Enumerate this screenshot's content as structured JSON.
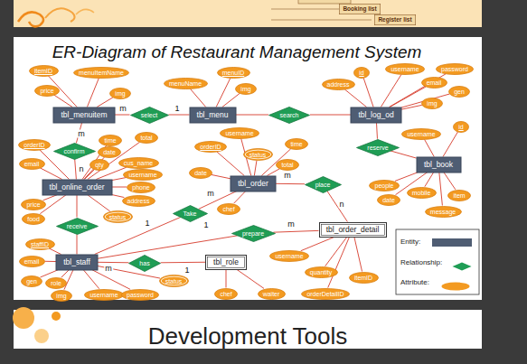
{
  "diagram": {
    "title": "ER-Diagram of Restaurant Management System",
    "nodes": [
      {
        "text": [
          "Booking list"
        ]
      },
      {
        "text": [
          "Register list"
        ]
      },
      {
        "text": [
          "itemID"
        ]
      },
      {
        "text": [
          "menuItemName"
        ]
      },
      {
        "text": [
          "menuID"
        ]
      },
      {
        "text": [
          "id"
        ]
      },
      {
        "text": [
          "username"
        ]
      },
      {
        "text": [
          "password"
        ]
      },
      {
        "text": [
          "email"
        ]
      },
      {
        "text": [
          "menuName"
        ]
      },
      {
        "text": [
          "address"
        ]
      },
      {
        "text": [
          "price"
        ]
      },
      {
        "text": [
          "img"
        ]
      },
      {
        "text": [
          "img"
        ]
      },
      {
        "text": [
          "gen"
        ]
      },
      {
        "text": [
          "img"
        ]
      },
      {
        "text": [
          "tbl_menuitem"
        ]
      },
      {
        "text": [
          "select"
        ]
      },
      {
        "text": [
          "tbl_menu"
        ]
      },
      {
        "text": [
          "search"
        ]
      },
      {
        "text": [
          "tbl_log_od"
        ]
      },
      {
        "text": [
          "id"
        ]
      },
      {
        "text": [
          "username"
        ]
      },
      {
        "text": [
          "total"
        ]
      },
      {
        "text": [
          "time"
        ]
      },
      {
        "text": [
          "orderID"
        ]
      },
      {
        "text": [
          "orderID"
        ]
      },
      {
        "text": [
          "username"
        ]
      },
      {
        "text": [
          "time"
        ]
      },
      {
        "text": [
          "reserve"
        ]
      },
      {
        "text": [
          "confirm"
        ]
      },
      {
        "text": [
          "date"
        ]
      },
      {
        "text": [
          "status"
        ]
      },
      {
        "text": [
          "email"
        ]
      },
      {
        "text": [
          "qty"
        ]
      },
      {
        "text": [
          "cus_name"
        ]
      },
      {
        "text": [
          "total"
        ]
      },
      {
        "text": [
          "tbl_book"
        ]
      },
      {
        "text": [
          "username"
        ]
      },
      {
        "text": [
          "date"
        ]
      },
      {
        "text": [
          "tbl_online_order"
        ]
      },
      {
        "text": [
          "phone"
        ]
      },
      {
        "text": [
          "tbl_order"
        ]
      },
      {
        "text": [
          "place"
        ]
      },
      {
        "text": [
          "people"
        ]
      },
      {
        "text": [
          "mobile"
        ]
      },
      {
        "text": [
          "item"
        ]
      },
      {
        "text": [
          "date"
        ]
      },
      {
        "text": [
          "address"
        ]
      },
      {
        "text": [
          "price"
        ]
      },
      {
        "text": [
          "chef"
        ]
      },
      {
        "text": [
          "Take"
        ]
      },
      {
        "text": [
          "message"
        ]
      },
      {
        "text": [
          "status"
        ]
      },
      {
        "text": [
          "food"
        ]
      },
      {
        "text": [
          "receive"
        ]
      },
      {
        "text": [
          "tbl_order_detail"
        ]
      },
      {
        "text": [
          "prepare"
        ]
      },
      {
        "text": [
          "staffID"
        ]
      },
      {
        "text": [
          "username"
        ]
      },
      {
        "text": [
          "email"
        ]
      },
      {
        "text": [
          "tbl_staff"
        ]
      },
      {
        "text": [
          "has"
        ]
      },
      {
        "text": [
          "tbl_role"
        ]
      },
      {
        "text": [
          "quantity"
        ]
      },
      {
        "text": [
          "itemID"
        ]
      },
      {
        "text": [
          "status"
        ]
      },
      {
        "text": [
          "role"
        ]
      },
      {
        "text": [
          "gen"
        ]
      },
      {
        "text": [
          "img"
        ]
      },
      {
        "text": [
          "username"
        ]
      },
      {
        "text": [
          "password"
        ]
      },
      {
        "text": [
          "chef"
        ]
      },
      {
        "text": [
          "waiter"
        ]
      },
      {
        "text": [
          "orderDetailID"
        ]
      }
    ],
    "edges": [
      {
        "from": 2,
        "to": 16,
        "arrow": "none"
      },
      {
        "from": 3,
        "to": 16,
        "arrow": "none"
      },
      {
        "from": 11,
        "to": 16,
        "arrow": "none"
      },
      {
        "from": 12,
        "to": 16,
        "arrow": "none"
      },
      {
        "from": 16,
        "to": 17,
        "arrow": "none"
      },
      {
        "from": 17,
        "to": 18,
        "arrow": "none"
      },
      {
        "from": 4,
        "to": 18,
        "arrow": "none"
      },
      {
        "from": 9,
        "to": 18,
        "arrow": "none"
      },
      {
        "from": 13,
        "to": 18,
        "arrow": "none"
      },
      {
        "from": 18,
        "to": 19,
        "arrow": "none"
      },
      {
        "from": 19,
        "to": 20,
        "arrow": "none"
      },
      {
        "from": 5,
        "to": 20,
        "arrow": "none"
      },
      {
        "from": 6,
        "to": 20,
        "arrow": "none"
      },
      {
        "from": 7,
        "to": 20,
        "arrow": "none"
      },
      {
        "from": 8,
        "to": 20,
        "arrow": "none"
      },
      {
        "from": 10,
        "to": 20,
        "arrow": "none"
      },
      {
        "from": 14,
        "to": 20,
        "arrow": "none"
      },
      {
        "from": 15,
        "to": 20,
        "arrow": "none"
      },
      {
        "from": 20,
        "to": 29,
        "arrow": "none"
      },
      {
        "from": 29,
        "to": 37,
        "arrow": "none"
      },
      {
        "from": 21,
        "to": 37,
        "arrow": "none"
      },
      {
        "from": 22,
        "to": 37,
        "arrow": "none"
      },
      {
        "from": 44,
        "to": 37,
        "arrow": "none"
      },
      {
        "from": 45,
        "to": 37,
        "arrow": "none"
      },
      {
        "from": 46,
        "to": 37,
        "arrow": "none"
      },
      {
        "from": 47,
        "to": 37,
        "arrow": "none"
      },
      {
        "from": 52,
        "to": 37,
        "arrow": "none"
      },
      {
        "from": 16,
        "to": 30,
        "arrow": "none"
      },
      {
        "from": 30,
        "to": 40,
        "arrow": "none"
      },
      {
        "from": 25,
        "to": 40,
        "arrow": "none"
      },
      {
        "from": 33,
        "to": 40,
        "arrow": "none"
      },
      {
        "from": 24,
        "to": 40,
        "arrow": "none"
      },
      {
        "from": 31,
        "to": 40,
        "arrow": "none"
      },
      {
        "from": 34,
        "to": 40,
        "arrow": "none"
      },
      {
        "from": 35,
        "to": 40,
        "arrow": "none"
      },
      {
        "from": 38,
        "to": 40,
        "arrow": "none"
      },
      {
        "from": 41,
        "to": 40,
        "arrow": "none"
      },
      {
        "from": 48,
        "to": 40,
        "arrow": "none"
      },
      {
        "from": 53,
        "to": 40,
        "arrow": "none"
      },
      {
        "from": 49,
        "to": 40,
        "arrow": "none"
      },
      {
        "from": 54,
        "to": 40,
        "arrow": "none"
      },
      {
        "from": 23,
        "to": 40,
        "arrow": "none"
      },
      {
        "from": 26,
        "to": 42,
        "arrow": "none"
      },
      {
        "from": 27,
        "to": 42,
        "arrow": "none"
      },
      {
        "from": 28,
        "to": 42,
        "arrow": "none"
      },
      {
        "from": 32,
        "to": 42,
        "arrow": "none"
      },
      {
        "from": 36,
        "to": 42,
        "arrow": "none"
      },
      {
        "from": 39,
        "to": 42,
        "arrow": "none"
      },
      {
        "from": 50,
        "to": 42,
        "arrow": "none"
      },
      {
        "from": 42,
        "to": 43,
        "arrow": "none"
      },
      {
        "from": 43,
        "to": 56,
        "arrow": "none"
      },
      {
        "from": 61,
        "to": 51,
        "arrow": "none"
      },
      {
        "from": 51,
        "to": 42,
        "arrow": "none"
      },
      {
        "from": 61,
        "to": 57,
        "arrow": "none"
      },
      {
        "from": 57,
        "to": 56,
        "arrow": "none"
      },
      {
        "from": 40,
        "to": 55,
        "arrow": "none"
      },
      {
        "from": 55,
        "to": 61,
        "arrow": "none"
      },
      {
        "from": 61,
        "to": 62,
        "arrow": "none"
      },
      {
        "from": 62,
        "to": 63,
        "arrow": "none"
      },
      {
        "from": 58,
        "to": 61,
        "arrow": "none"
      },
      {
        "from": 60,
        "to": 61,
        "arrow": "none"
      },
      {
        "from": 68,
        "to": 61,
        "arrow": "none"
      },
      {
        "from": 67,
        "to": 61,
        "arrow": "none"
      },
      {
        "from": 66,
        "to": 61,
        "arrow": "none"
      },
      {
        "from": 69,
        "to": 61,
        "arrow": "none"
      },
      {
        "from": 70,
        "to": 61,
        "arrow": "none"
      },
      {
        "from": 71,
        "to": 61,
        "arrow": "none"
      },
      {
        "from": 72,
        "to": 63,
        "arrow": "none"
      },
      {
        "from": 73,
        "to": 63,
        "arrow": "none"
      },
      {
        "from": 59,
        "to": 56,
        "arrow": "none"
      },
      {
        "from": 64,
        "to": 56,
        "arrow": "none"
      },
      {
        "from": 65,
        "to": 56,
        "arrow": "none"
      },
      {
        "from": 74,
        "to": 56,
        "arrow": "none"
      }
    ],
    "labels": [
      "m",
      "1",
      "m",
      "n",
      "m",
      "n",
      "m",
      "1",
      "1",
      "m",
      "m",
      "1",
      "Development Tools"
    ],
    "legend": [
      {
        "text": "Entity:",
        "color": "#4f5d73"
      },
      {
        "text": "Relationship:"
      },
      {
        "text": "Attribute:"
      }
    ]
  }
}
